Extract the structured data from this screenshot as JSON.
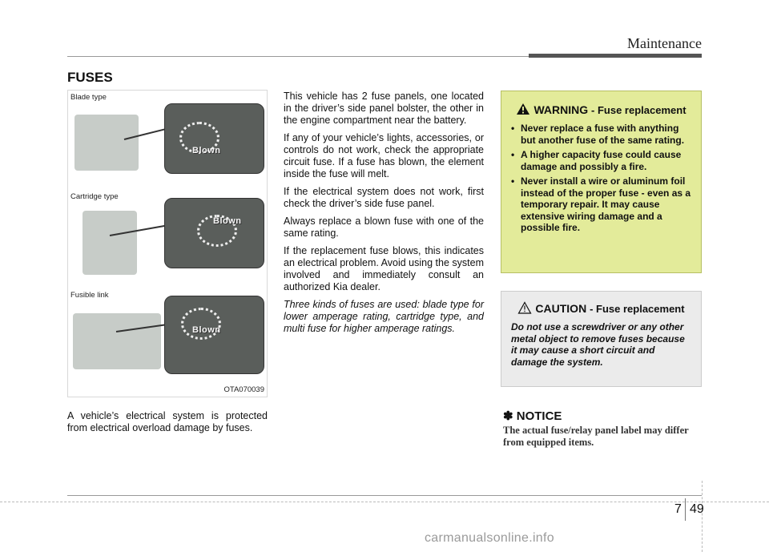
{
  "header": {
    "section": "Maintenance"
  },
  "heading": "FUSES",
  "figure": {
    "labels": [
      "Blade type",
      "Cartridge type",
      "Fusible link"
    ],
    "blown_label": "Blown",
    "fig_id": "OTA070039"
  },
  "caption": "A vehicle’s electrical system is protected from electrical overload damage by fuses.",
  "body": {
    "paragraphs": [
      "This vehicle has 2 fuse panels, one located in the driver’s side panel bolster, the other in the engine compartment near the battery.",
      "If any of your vehicle’s lights, accessories, or controls do not work, check the appropriate circuit fuse. If a fuse has blown, the element inside the fuse will melt.",
      "If the electrical system does not work, first check the driver’s side fuse panel.",
      "Always replace a blown fuse with one of the same rating.",
      "If the replacement fuse blows, this indicates an electrical problem. Avoid using the system involved and immediately consult an authorized Kia dealer."
    ],
    "italic": "Three kinds of fuses are used: blade type for lower amperage rating, cartridge type, and multi fuse for higher amperage ratings."
  },
  "warning": {
    "label": "WARNING",
    "subtitle": "- Fuse replacement",
    "items": [
      "Never replace a fuse with anything but another fuse of the same rating.",
      "A higher capacity fuse could cause damage and possibly a fire.",
      "Never install a wire or aluminum foil instead of the proper fuse - even as a temporary repair. It may cause extensive wiring damage and a possible fire."
    ]
  },
  "caution": {
    "label": "CAUTION",
    "subtitle": "- Fuse replacement",
    "text": "Do not use a screwdriver or any other metal object to remove fuses because it may cause a short circuit and damage the system."
  },
  "notice": {
    "heading": "✽ NOTICE",
    "text": "The actual fuse/relay panel label may differ from equipped items."
  },
  "footer": {
    "chapter": "7",
    "page": "49",
    "watermark": "carmanualsonline.info"
  },
  "colors": {
    "warning_bg": "#e3eb9a",
    "caution_bg": "#ebebeb"
  },
  "icons": [
    "warning-triangle-icon",
    "caution-triangle-icon"
  ]
}
